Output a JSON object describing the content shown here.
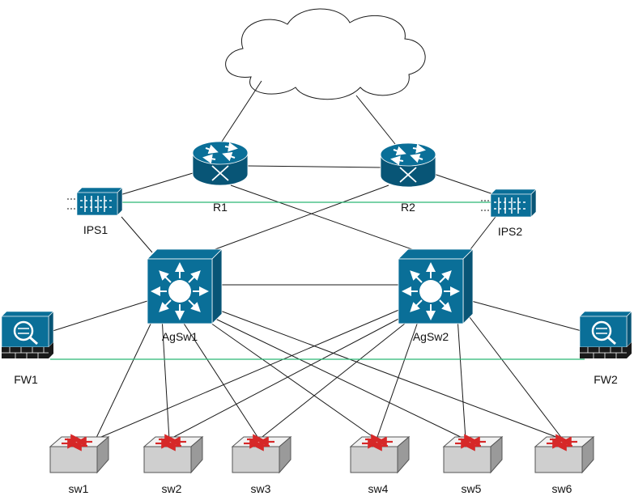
{
  "nodes": {
    "r1": {
      "label": "R1",
      "type": "router"
    },
    "r2": {
      "label": "R2",
      "type": "router"
    },
    "ips1": {
      "label": "IPS1",
      "type": "ips"
    },
    "ips2": {
      "label": "IPS2",
      "type": "ips"
    },
    "agsw1": {
      "label": "AgSw1",
      "type": "multilayer-switch"
    },
    "agsw2": {
      "label": "AgSw2",
      "type": "multilayer-switch"
    },
    "fw1": {
      "label": "FW1",
      "type": "firewall"
    },
    "fw2": {
      "label": "FW2",
      "type": "firewall"
    },
    "sw1": {
      "label": "sw1",
      "type": "switch"
    },
    "sw2": {
      "label": "sw2",
      "type": "switch"
    },
    "sw3": {
      "label": "sw3",
      "type": "switch"
    },
    "sw4": {
      "label": "sw4",
      "type": "switch"
    },
    "sw5": {
      "label": "sw5",
      "type": "switch"
    },
    "sw6": {
      "label": "sw6",
      "type": "switch"
    }
  },
  "colors": {
    "device_face": "#0a6f98",
    "device_side": "#085576",
    "heartbeat_link": "#2bb673",
    "switch_arrow": "#d62828"
  }
}
